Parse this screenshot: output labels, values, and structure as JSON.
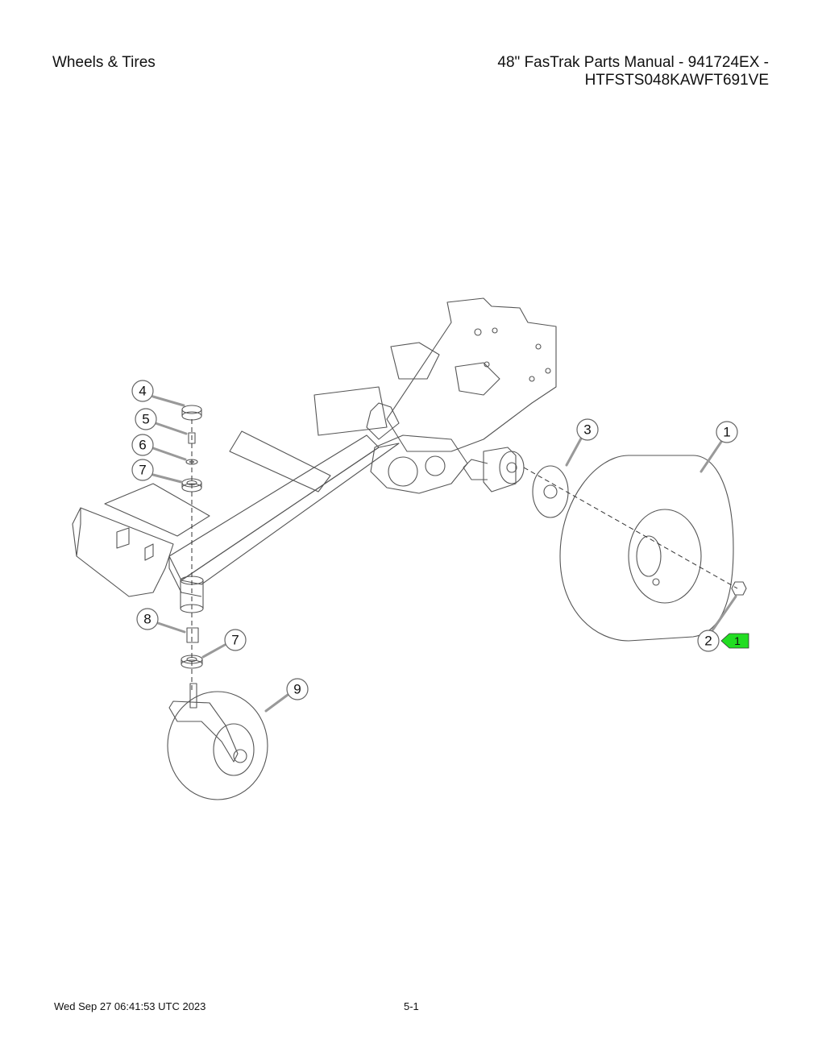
{
  "header": {
    "section_title": "Wheels & Tires",
    "manual_line1": "48\" FasTrak Parts Manual - 941724EX -",
    "manual_line2": "HTFSTS048KAWFT691VE"
  },
  "footer": {
    "timestamp": "Wed Sep 27 06:41:53 UTC 2023",
    "page_number": "5-1"
  },
  "callouts": [
    "1",
    "2",
    "3",
    "4",
    "5",
    "6",
    "7",
    "7",
    "8",
    "9"
  ],
  "flag": {
    "label": "1",
    "color": "#22dd22"
  },
  "colors": {
    "line": "#555555",
    "callout_ring": "#666666",
    "arrow": "#888888"
  }
}
